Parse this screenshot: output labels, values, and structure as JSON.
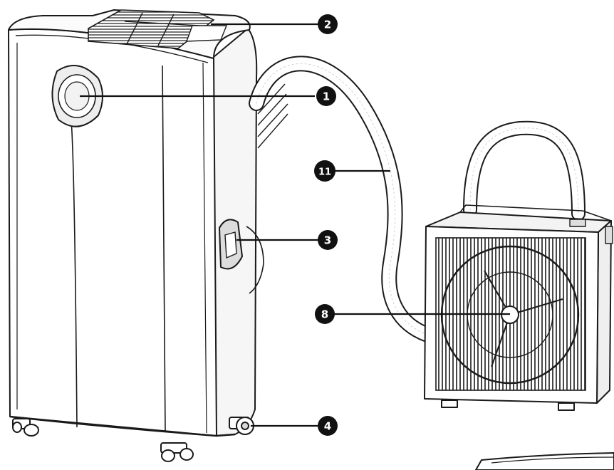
{
  "diagram": {
    "callouts": [
      {
        "id": "c1",
        "label": "1"
      },
      {
        "id": "c2",
        "label": "2"
      },
      {
        "id": "c3",
        "label": "3"
      },
      {
        "id": "c4",
        "label": "4"
      },
      {
        "id": "c8",
        "label": "8"
      },
      {
        "id": "c11",
        "label": "11"
      }
    ],
    "colors": {
      "line": "#1a1a1a",
      "fill": "#ffffff",
      "badge": "#111111",
      "shade": "#e9e9e9"
    }
  }
}
